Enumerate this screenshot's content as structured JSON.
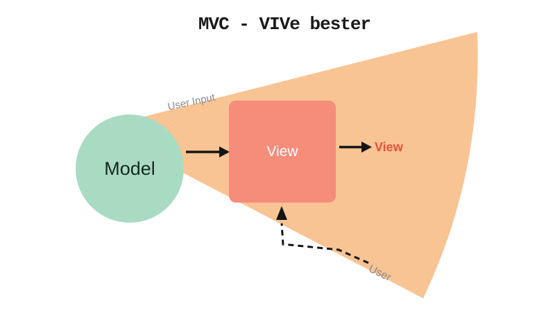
{
  "title": "MVC - VIVe bester",
  "diagram": {
    "nodes": {
      "model": {
        "label": "Model",
        "shape": "circle"
      },
      "view": {
        "label": "View",
        "shape": "rounded-square"
      }
    },
    "annotations": {
      "user_input": "User Input",
      "view_output": "View",
      "user": "User"
    },
    "edges": [
      {
        "from": "model",
        "to": "view",
        "style": "solid-arrow"
      },
      {
        "from": "view",
        "to": "view_output",
        "style": "solid-arrow"
      },
      {
        "from": "user",
        "to": "view",
        "style": "dashed-arrow"
      }
    ],
    "colors": {
      "background": "#ffffff",
      "wedge": "#f8c494",
      "model_fill": "#a9dbc3",
      "model_text": "#17291f",
      "view_fill": "#f68c7a",
      "view_text": "#ffffff",
      "accent_red": "#e2533c",
      "muted": "#8a8a8e",
      "arrow": "#141414"
    }
  }
}
